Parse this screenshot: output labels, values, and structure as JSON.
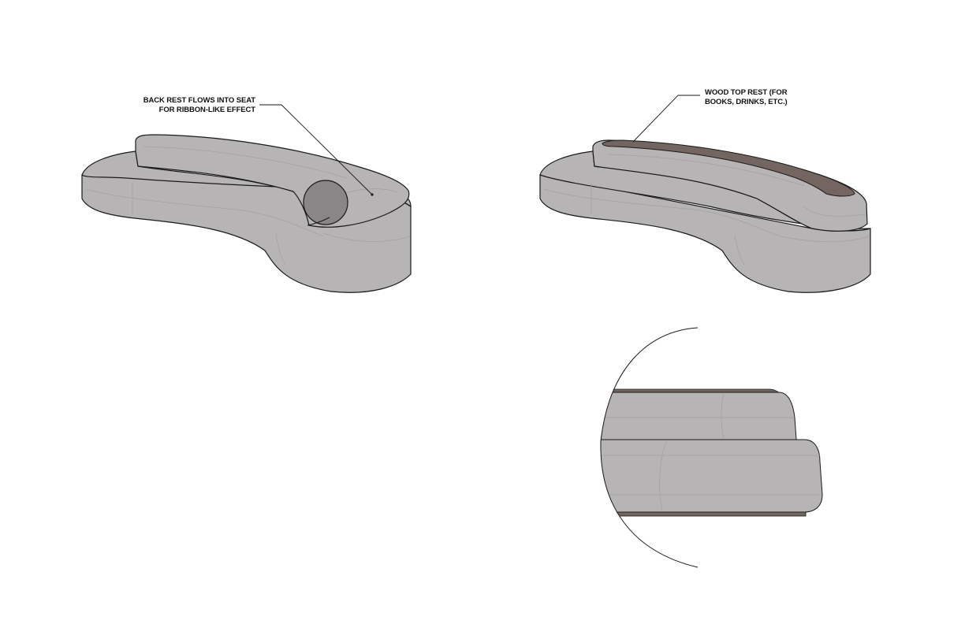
{
  "annotations": {
    "backrest_note": {
      "lines": [
        "BACK REST FLOWS INTO SEAT",
        "FOR RIBBON-LIKE EFFECT"
      ]
    },
    "wood_top_note": {
      "lines": [
        "WOOD TOP REST (FOR",
        "BOOKS, DRINKS, ETC.)"
      ]
    }
  },
  "colors": {
    "upholstery": "#b6b4b5",
    "upholstery_seam": "#a3a1a2",
    "cushion_roll": "#8a8687",
    "wood": "#73655f",
    "outline": "#1a1a1a",
    "background": "#ffffff"
  }
}
